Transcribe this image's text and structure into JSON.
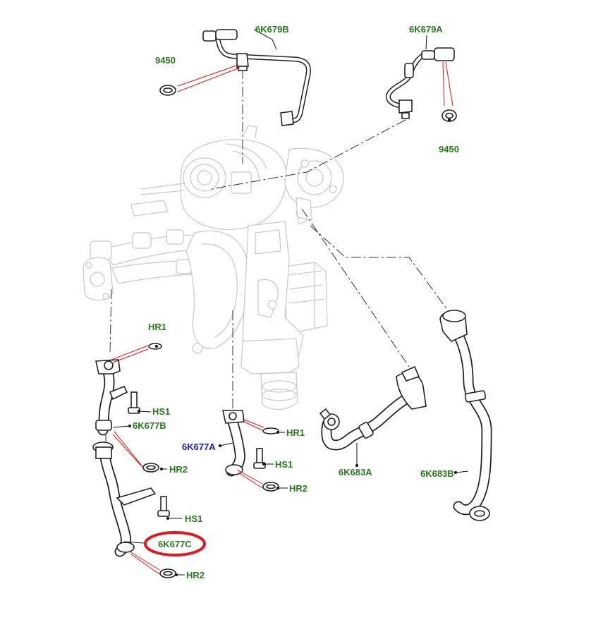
{
  "labels": {
    "p_6k679b": "6K679B",
    "p_6k679a": "6K679A",
    "p_9450_left": "9450",
    "p_9450_right": "9450",
    "p_hr1_left": "HR1",
    "p_hs1_top": "HS1",
    "p_6k677b": "6K677B",
    "p_hr2_mid": "HR2",
    "p_hs1_low": "HS1",
    "p_6k677c": "6K677C",
    "p_hr2_bottom": "HR2",
    "p_6k677a": "6K677A",
    "p_hr1_mid": "HR1",
    "p_hs1_mid": "HS1",
    "p_hr2_center": "HR2",
    "p_6k683a": "6K683A",
    "p_6k683b": "6K683B"
  },
  "colors": {
    "label_green": "#2a7a1e",
    "label_blue": "#1f1fa8",
    "leader_red": "#dd1111",
    "highlight_red": "#e0191f"
  },
  "highlighted_part": "6K677C"
}
